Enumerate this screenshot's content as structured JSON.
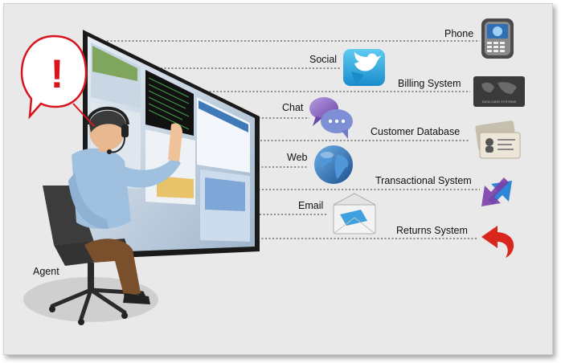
{
  "diagram": {
    "labels": {
      "phone": "Phone",
      "social": "Social",
      "billing": "Billing System",
      "chat": "Chat",
      "customer_db": "Customer Database",
      "web": "Web",
      "transactional": "Transactional System",
      "email": "Email",
      "returns": "Returns System",
      "agent": "Agent"
    },
    "alert_symbol": "!",
    "billing_card_text": "DATA CARD SYSTEMS",
    "icons": [
      "smartphone-icon",
      "twitter-bird-icon",
      "map-card-icon",
      "chat-bubbles-icon",
      "business-cards-icon",
      "globe-icon",
      "transfer-arrows-icon",
      "envelope-icon",
      "return-arrow-icon",
      "alert-bubble-icon"
    ],
    "colors": {
      "background": "#e9e9e9",
      "alert_red": "#d8141c",
      "twitter_blue": "#2fa9e0",
      "chat_purple": "#8e6bc2",
      "globe_blue": "#2a6fb4",
      "transfer_blue": "#2f86d6",
      "transfer_purple": "#7a3fa8",
      "return_red": "#d9271e",
      "line_gray": "#555555"
    }
  }
}
